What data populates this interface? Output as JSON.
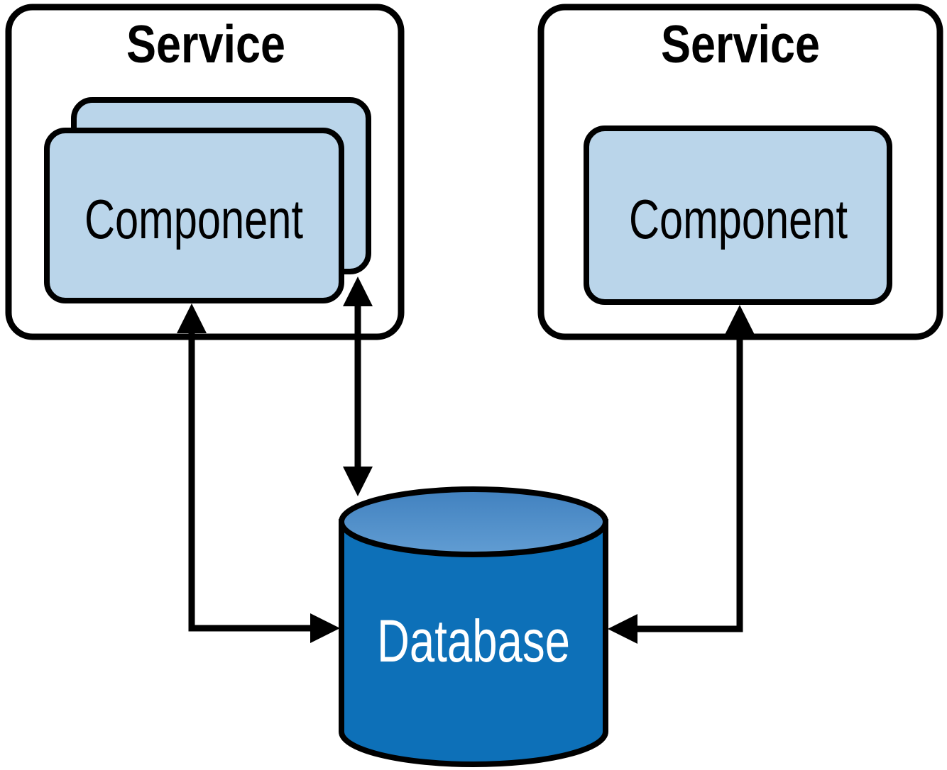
{
  "diagram": {
    "nodes": {
      "service_left": {
        "label": "Service",
        "type": "service"
      },
      "component_front": {
        "label": "Component",
        "type": "component",
        "stacked_copies": 2
      },
      "service_right": {
        "label": "Service",
        "type": "service"
      },
      "component_right": {
        "label": "Component",
        "type": "component",
        "stacked_copies": 1
      },
      "database": {
        "label": "Database",
        "type": "database-cylinder"
      }
    },
    "edges": [
      {
        "from": "component_front",
        "to": "database",
        "bidirectional": true,
        "shape": "elbow"
      },
      {
        "from": "component_back",
        "to": "database",
        "bidirectional": true,
        "shape": "straight"
      },
      {
        "from": "component_right",
        "to": "database",
        "bidirectional": true,
        "shape": "elbow"
      }
    ],
    "colors": {
      "background": "#ffffff",
      "outline": "#000000",
      "component_fill": "#bad5ea",
      "database_body": "#0d70b8",
      "database_top_dark": "#4181bf",
      "database_top_light": "#619dd3",
      "database_label_color": "#ffffff",
      "label_color": "#000000"
    }
  }
}
